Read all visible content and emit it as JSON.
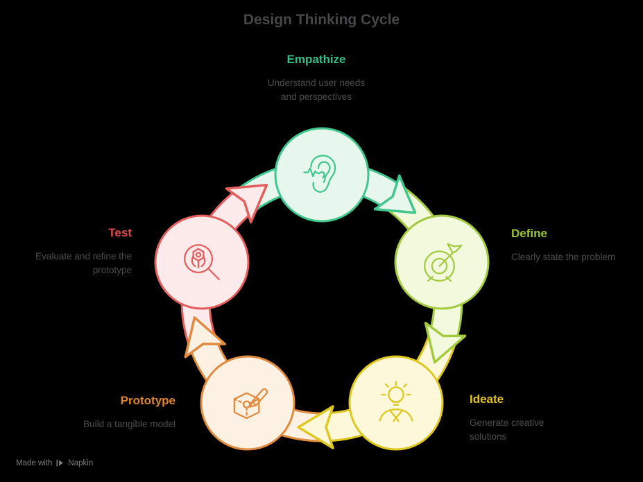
{
  "title": "Design Thinking Cycle",
  "background": "#000000",
  "text_colors": {
    "title": "#47474a",
    "description": "#4d4d4f",
    "watermark": "#7c7c7e"
  },
  "stages": [
    {
      "name": "Empathize",
      "desc": [
        "Understand user needs",
        "and perspectives"
      ],
      "label_color": "#2fbf87",
      "color": "#41c78e",
      "fill": "#e7f7ee",
      "icon": "ear-listening-icon"
    },
    {
      "name": "Define",
      "desc": [
        "Clearly state the problem"
      ],
      "label_color": "#9cc43b",
      "color": "#a3ca41",
      "fill": "#f3f9dd",
      "icon": "target-arrow-icon"
    },
    {
      "name": "Ideate",
      "desc": [
        "Generate creative",
        "solutions"
      ],
      "label_color": "#e1c41e",
      "color": "#dfc722",
      "fill": "#fcf8d9",
      "icon": "lightbulb-person-icon"
    },
    {
      "name": "Prototype",
      "desc": [
        "Build a tangible model"
      ],
      "label_color": "#df8630",
      "color": "#e08b3f",
      "fill": "#fdf1e3",
      "icon": "cube-pencil-icon"
    },
    {
      "name": "Test",
      "desc": [
        "Evaluate and refine the",
        "prototype"
      ],
      "label_color": "#e04b4b",
      "color": "#e45e5e",
      "fill": "#fcebea",
      "icon": "magnifier-bug-icon"
    }
  ],
  "watermark": {
    "prefix": "Made with",
    "brand": "Napkin"
  }
}
